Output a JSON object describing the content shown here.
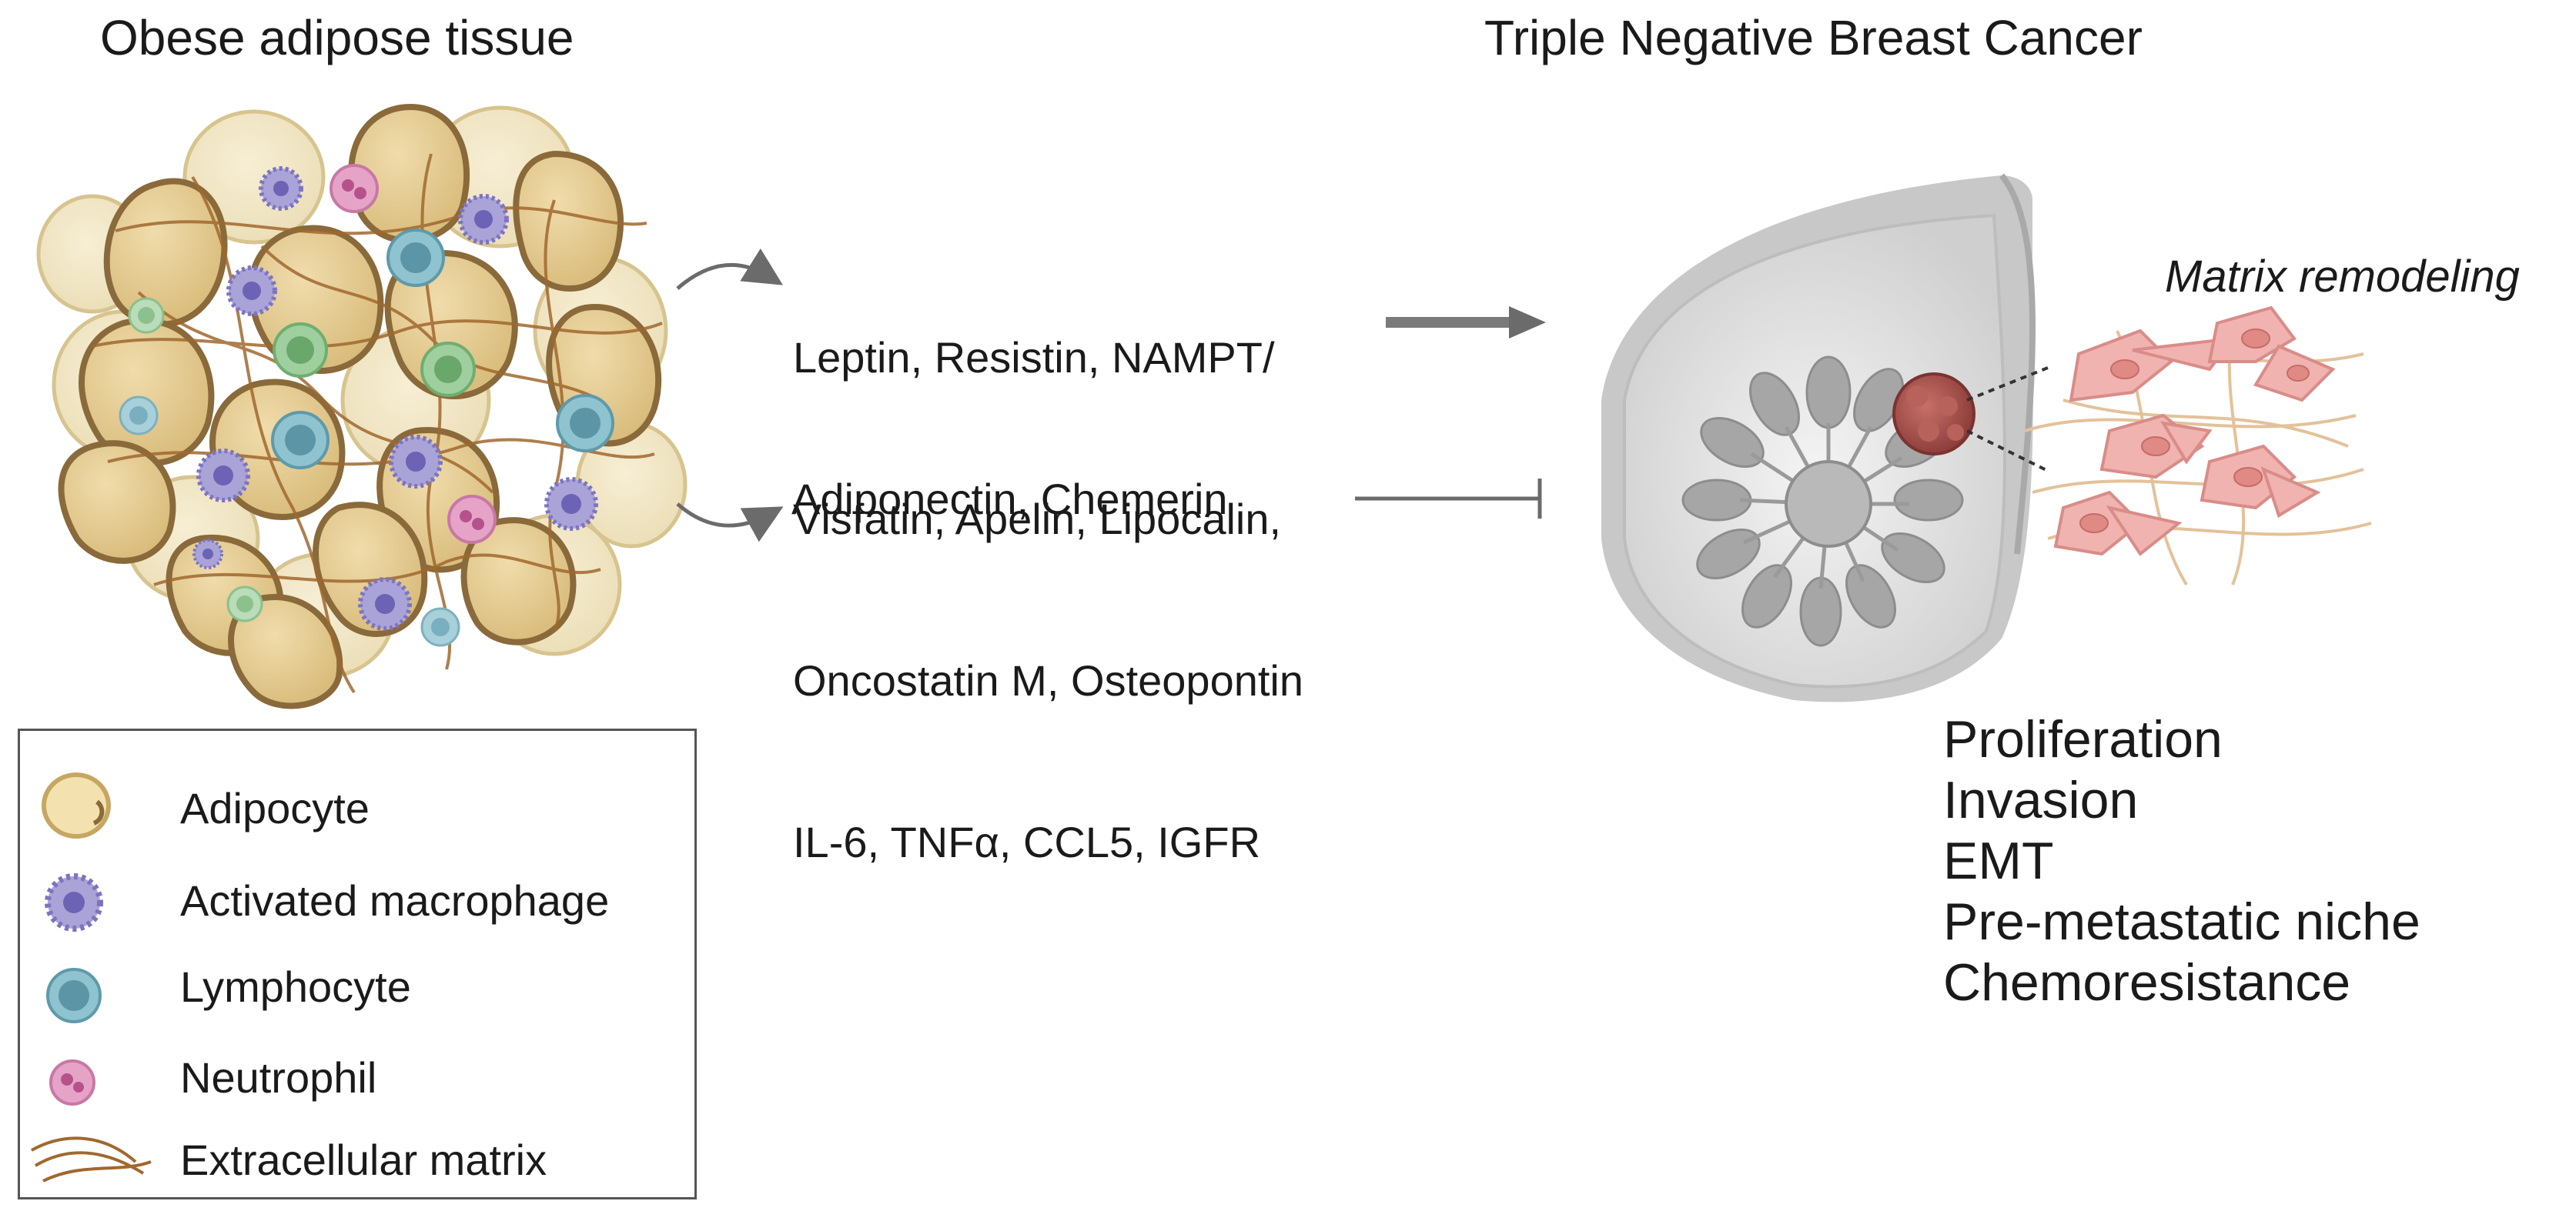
{
  "left_title": "Obese adipose tissue",
  "right_title": "Triple Negative Breast Cancer",
  "factors": {
    "promoting": [
      "Leptin, Resistin, NAMPT/",
      "Visfatin, Apelin, Lipocalin,",
      "Oncostatin M, Osteopontin",
      "IL-6, TNFα, CCL5, IGFR"
    ],
    "inhibiting": "Adiponectin, Chemerin"
  },
  "matrix_label": "Matrix remodeling",
  "outcomes": [
    "Proliferation",
    "Invasion",
    "EMT",
    "Pre-metastatic niche",
    "Chemoresistance"
  ],
  "legend": {
    "items": [
      {
        "label": "Adipocyte",
        "icon": "adipocyte-icon"
      },
      {
        "label": "Activated macrophage",
        "icon": "macrophage-icon"
      },
      {
        "label": "Lymphocyte",
        "icon": "lymphocyte-icon"
      },
      {
        "label": "Neutrophil",
        "icon": "neutrophil-icon"
      },
      {
        "label": "Extracellular matrix",
        "icon": "extracellular-matrix-icon"
      }
    ]
  },
  "colors": {
    "adipocyte_fill": "#e3c98f",
    "adipocyte_border": "#8a6a3a",
    "adipocyte_pale": "#f2e6c4",
    "macrophage": "#a9a3d8",
    "lymphocyte": "#8ec3cf",
    "neutrophil": "#e6a3c8",
    "green_cell": "#9fcf9f",
    "ecm": "#a0682e",
    "breast_gray": "#d9d9d9",
    "tumor": "#a8554f",
    "fibroblast": "#f0b3b0",
    "arrow": "#6b6b6b"
  }
}
